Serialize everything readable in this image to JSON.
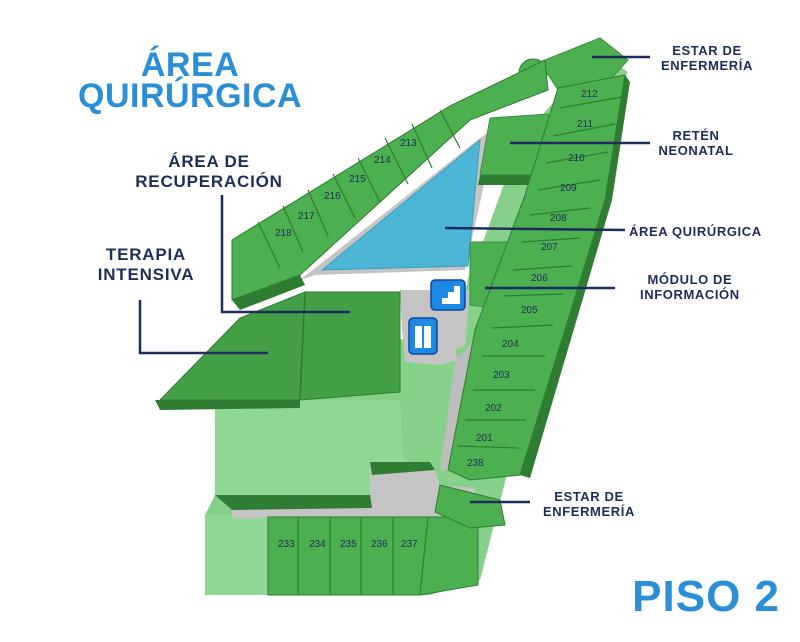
{
  "title": {
    "line1": "ÁREA",
    "line2": "QUIRÚRGICA"
  },
  "floor_label": "PISO 2",
  "labels": {
    "estar_top": {
      "line1": "ESTAR DE",
      "line2": "ENFERMERÍA"
    },
    "reten": {
      "line1": "RETÉN",
      "line2": "NEONATAL"
    },
    "area_quirurgica": "ÁREA QUIRÚRGICA",
    "modulo": {
      "line1": "MÓDULO DE",
      "line2": "INFORMACIÓN"
    },
    "estar_bottom": {
      "line1": "ESTAR DE",
      "line2": "ENFERMERÍA"
    },
    "recuperacion": {
      "line1": "ÁREA DE",
      "line2": "RECUPERACIÓN"
    },
    "terapia": {
      "line1": "TERAPIA",
      "line2": "INTENSIVA"
    }
  },
  "rooms": {
    "r212": "212",
    "r211": "211",
    "r210": "210",
    "r209": "209",
    "r208": "208",
    "r207": "207",
    "r206": "206",
    "r205": "205",
    "r204": "204",
    "r203": "203",
    "r202": "202",
    "r201": "201",
    "r238": "238",
    "r213": "213",
    "r214": "214",
    "r215": "215",
    "r216": "216",
    "r217": "217",
    "r218": "218",
    "r233": "233",
    "r234": "234",
    "r235": "235",
    "r236": "236",
    "r237": "237"
  },
  "colors": {
    "title_blue": "#2a8fd6",
    "label_navy": "#1f2d5c",
    "room_green": "#4caf50",
    "room_dark": "#2e7d32",
    "floor_light": "#86d18a",
    "corridor_gray": "#c4c4c4",
    "operating_blue": "#4db6d6"
  },
  "icons": {
    "stairs": "stairs-icon",
    "elevator": "elevator-icon"
  }
}
